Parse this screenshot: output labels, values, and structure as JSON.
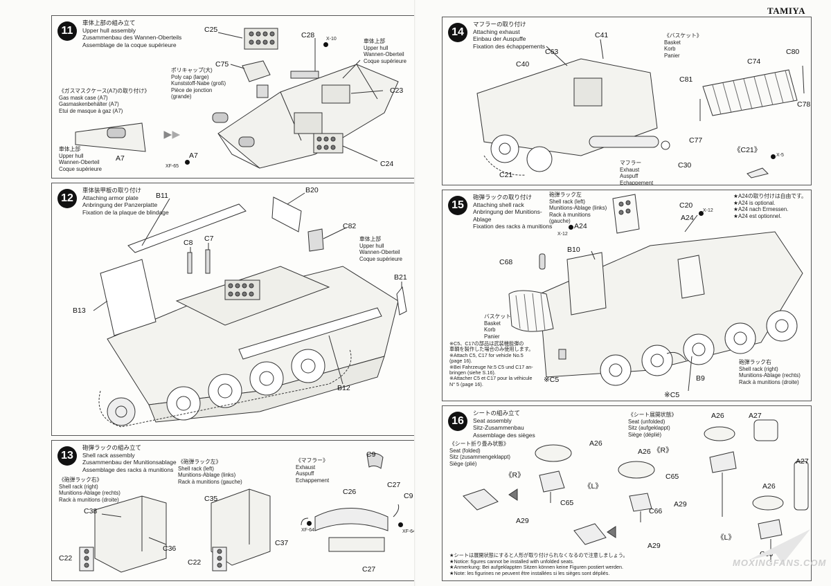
{
  "brand": "TAMIYA",
  "footer_text": "",
  "watermark": {
    "text": "MOXINGFANS.COM"
  },
  "steps": {
    "s11": {
      "number": "11",
      "title": [
        "車体上部の組み立て",
        "Upper hull assembly",
        "Zusammenbau des Wannen-Oberteils",
        "Assemblage de la coque supérieure"
      ],
      "polycap_note": [
        "ポリキャップ(大)",
        "Poly cap (large)",
        "Kunststoff-Nabe (groß)",
        "Pièce de jonction",
        "(grande)"
      ],
      "gas_mask_title": [
        "《ガスマスクケース(A7)の取り付け》",
        "Gas mask case (A7)",
        "Gasmaskenbehälter (A7)",
        "Etui de masque à gaz (A7)"
      ],
      "upper_hull_label": [
        "車体上部",
        "Upper hull",
        "Wannen-Oberteil",
        "Coque supérieure"
      ],
      "upper_hull_label2": [
        "車体上部",
        "Upper hull",
        "Wannen-Oberteil",
        "Coque supérieure"
      ],
      "parts": {
        "c25": "C25",
        "c28": "C28",
        "c75": "C75",
        "c23": "C23",
        "c24": "C24",
        "a7a": "A7",
        "a7b": "A7"
      },
      "codes": {
        "x10": "X-10",
        "xf65": "XF-65"
      }
    },
    "s12": {
      "number": "12",
      "title": [
        "車体装甲板の取り付け",
        "Attaching armor plate",
        "Anbringung der Panzerplatte",
        "Fixation de la plaque de blindage"
      ],
      "upper_hull_label": [
        "車体上部",
        "Upper hull",
        "Wannen-Oberteil",
        "Coque supérieure"
      ],
      "parts": {
        "b11": "B11",
        "b20": "B20",
        "c82": "C82",
        "c8": "C8",
        "c7": "C7",
        "b13": "B13",
        "b21": "B21",
        "b12": "B12"
      }
    },
    "s13": {
      "number": "13",
      "title": [
        "砲弾ラックの組み立て",
        "Shell rack assembly",
        "Zusammenbau der Munitionsablage",
        "Assemblage des racks à munitions"
      ],
      "rack_right": [
        "《砲弾ラック右》",
        "Shell rack (right)",
        "Munitions-Ablage (rechts)",
        "Rack à munitions (droite)"
      ],
      "rack_left": [
        "《砲弾ラック左》",
        "Shell rack (left)",
        "Munitions-Ablage (links)",
        "Rack à munitions (gauche)"
      ],
      "muffler": [
        "《マフラー》",
        "Exhaust",
        "Auspuff",
        "Echappement"
      ],
      "parts": {
        "c38": "C38",
        "c36": "C36",
        "c22a": "C22",
        "c35": "C35",
        "c37": "C37",
        "c22b": "C22",
        "c9a": "C9",
        "c27a": "C27",
        "c26": "C26",
        "c9b": "C9",
        "c27b": "C27"
      },
      "codes": {
        "xf64a": "XF-64",
        "xf64b": "XF-64"
      }
    },
    "s14": {
      "number": "14",
      "title": [
        "マフラーの取り付け",
        "Attaching exhaust",
        "Einbau der Auspuffe",
        "Fixation des échappements"
      ],
      "basket": [
        "《バスケット》",
        "Basket",
        "Korb",
        "Panier"
      ],
      "muffler": [
        "マフラー",
        "Exhaust",
        "Auspuff",
        "Echappement"
      ],
      "c21_detail": "《C21》",
      "parts": {
        "c41": "C41",
        "c63": "C63",
        "c40": "C40",
        "c21": "C21",
        "c30": "C30",
        "c74": "C74",
        "c80": "C80",
        "c81": "C81",
        "c78": "C78",
        "c77": "C77"
      },
      "codes": {
        "x5": "X-5"
      }
    },
    "s15": {
      "number": "15",
      "title": [
        "砲弾ラックの取り付け",
        "Attaching shell rack",
        "Anbringung der Munitions-",
        "Ablage",
        "Fixation des racks à munitions"
      ],
      "rack_left": [
        "砲弾ラック左",
        "Shell rack (left)",
        "Munitions-Ablage (links)",
        "Rack à munitions",
        "(gauche)"
      ],
      "a24_note": [
        "★A24の取り付けは自由です。",
        "★A24 is optional.",
        "★A24 nach Ermessen.",
        "★A24 est optionnel."
      ],
      "basket": [
        "バスケット",
        "Basket",
        "Korb",
        "Panier"
      ],
      "c5_note": [
        "※C5、C17の部品は武装機能弾の",
        "車輌を製作した場合のみ使用します。",
        "※Attach C5, C17 for vehicle No.5",
        "(page 16).",
        "※Bei Fahrzeuge Nr.5 C5 und C17 an-",
        "bringen (siehe S.16).",
        "※Attacher C5 et C17 pour la véhicule",
        "N° 5 (page 16)."
      ],
      "rack_right": [
        "砲弾ラック右",
        "Shell rack (right)",
        "Munitions-Ablage (rechts)",
        "Rack à munitions (droite)"
      ],
      "parts": {
        "c20": "C20",
        "a24a": "A24",
        "a24b": "A24",
        "b10": "B10",
        "c68": "C68",
        "b9": "B9",
        "c5a": "※C5",
        "c5b": "※C5"
      },
      "codes": {
        "x12a": "X-12",
        "x12b": "X-12"
      }
    },
    "s16": {
      "number": "16",
      "title": [
        "シートの組み立て",
        "Seat assembly",
        "Sitz-Zusammenbau",
        "Assemblage des sièges"
      ],
      "folded": [
        "《シート折り畳み状態》",
        "Seat (folded)",
        "Sitz (zusammengeklappt)",
        "Siège (plié)"
      ],
      "unfolded": [
        "《シート展開状態》",
        "Seat (unfolded)",
        "Sitz (aufgeklappt)",
        "Siège (déplié)"
      ],
      "r_label": "《R》",
      "r_label2": "《R》",
      "l_label": "《L》",
      "l_label2": "《L》",
      "note": [
        "★シートは展開状態にすると人形が取り付けられなくなるので注意しましょう。",
        "★Notice: figures cannot be installed with unfolded seats.",
        "★Anmerkung: Bei aufgeklappten Sitzen können keine Figuren postiert werden.",
        "★Note: les figurines ne peuvent être installées si les sièges sont dépliés."
      ],
      "parts": {
        "a26a": "A26",
        "a26b": "A26",
        "a26c": "A26",
        "a26d": "A26",
        "a27a": "A27",
        "a27b": "A27",
        "c65a": "C65",
        "c65b": "C65",
        "c66a": "C66",
        "c66b": "C66",
        "a29a": "A29",
        "a29b": "A29",
        "a29c": "A29"
      }
    }
  }
}
